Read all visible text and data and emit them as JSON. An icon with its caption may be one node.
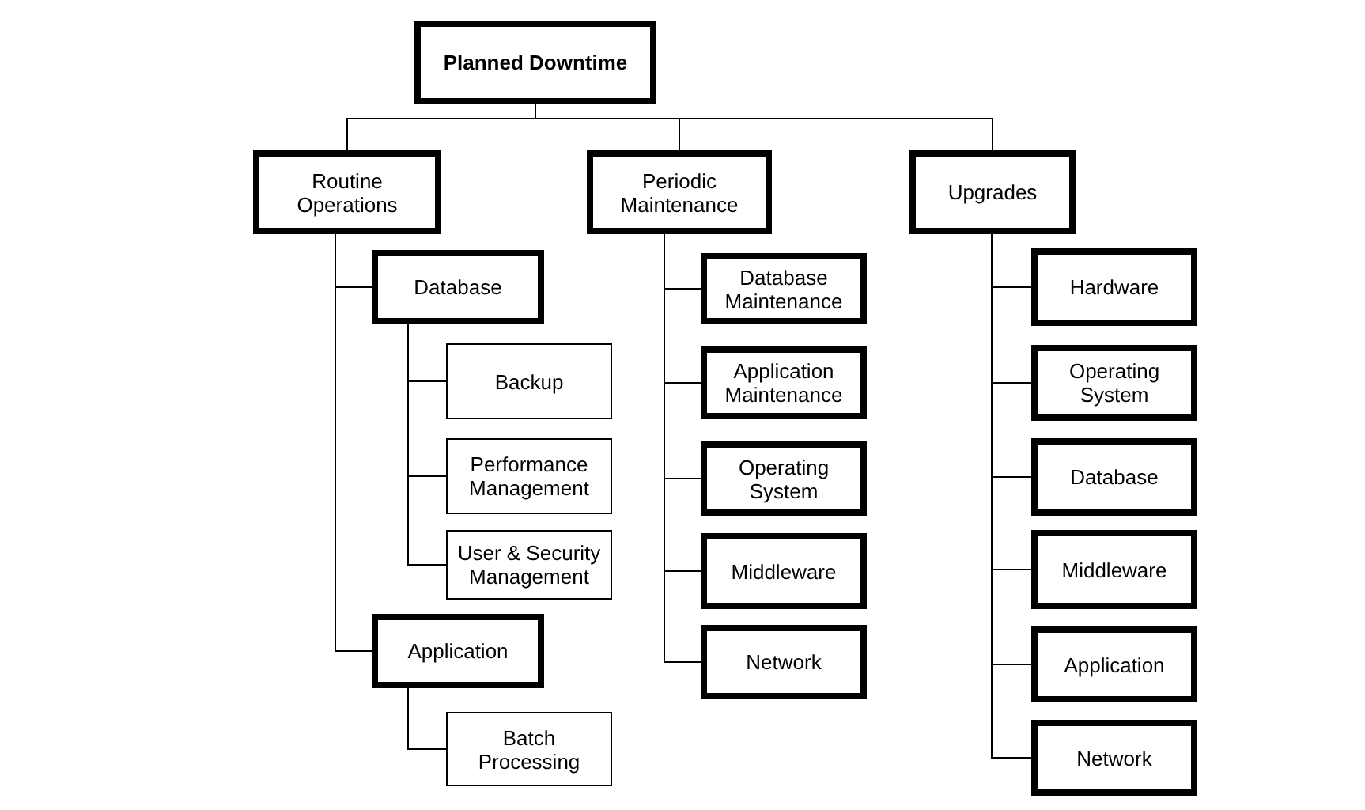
{
  "diagram": {
    "nodes": [
      {
        "text": [
          "Planned Downtime"
        ]
      },
      {
        "text": [
          "Routine Operations"
        ]
      },
      {
        "text": [
          "Periodic Maintenance"
        ]
      },
      {
        "text": [
          "Upgrades"
        ]
      },
      {
        "text": [
          "Database"
        ]
      },
      {
        "text": [
          "Backup"
        ]
      },
      {
        "text": [
          "Performance Management"
        ]
      },
      {
        "text": [
          "User & Security Management"
        ]
      },
      {
        "text": [
          "Application"
        ]
      },
      {
        "text": [
          "Batch Processing"
        ]
      },
      {
        "text": [
          "Database Maintenance"
        ]
      },
      {
        "text": [
          "Application Maintenance"
        ]
      },
      {
        "text": [
          "Operating System"
        ]
      },
      {
        "text": [
          "Middleware"
        ]
      },
      {
        "text": [
          "Network"
        ]
      },
      {
        "text": [
          "Hardware"
        ]
      },
      {
        "text": [
          "Operating System"
        ]
      },
      {
        "text": [
          "Database"
        ]
      },
      {
        "text": [
          "Middleware"
        ]
      },
      {
        "text": [
          "Application"
        ]
      },
      {
        "text": [
          "Network"
        ]
      }
    ],
    "edges": [
      {
        "from": 0,
        "to": 1,
        "arrow": "none"
      },
      {
        "from": 0,
        "to": 2,
        "arrow": "none"
      },
      {
        "from": 0,
        "to": 3,
        "arrow": "none"
      },
      {
        "from": 1,
        "to": 4,
        "arrow": "none"
      },
      {
        "from": 1,
        "to": 8,
        "arrow": "none"
      },
      {
        "from": 4,
        "to": 5,
        "arrow": "none"
      },
      {
        "from": 4,
        "to": 6,
        "arrow": "none"
      },
      {
        "from": 4,
        "to": 7,
        "arrow": "none"
      },
      {
        "from": 8,
        "to": 9,
        "arrow": "none"
      },
      {
        "from": 2,
        "to": 10,
        "arrow": "none"
      },
      {
        "from": 2,
        "to": 11,
        "arrow": "none"
      },
      {
        "from": 2,
        "to": 12,
        "arrow": "none"
      },
      {
        "from": 2,
        "to": 13,
        "arrow": "none"
      },
      {
        "from": 2,
        "to": 14,
        "arrow": "none"
      },
      {
        "from": 3,
        "to": 15,
        "arrow": "none"
      },
      {
        "from": 3,
        "to": 16,
        "arrow": "none"
      },
      {
        "from": 3,
        "to": 17,
        "arrow": "none"
      },
      {
        "from": 3,
        "to": 18,
        "arrow": "none"
      },
      {
        "from": 3,
        "to": 19,
        "arrow": "none"
      },
      {
        "from": 3,
        "to": 20,
        "arrow": "none"
      }
    ]
  }
}
